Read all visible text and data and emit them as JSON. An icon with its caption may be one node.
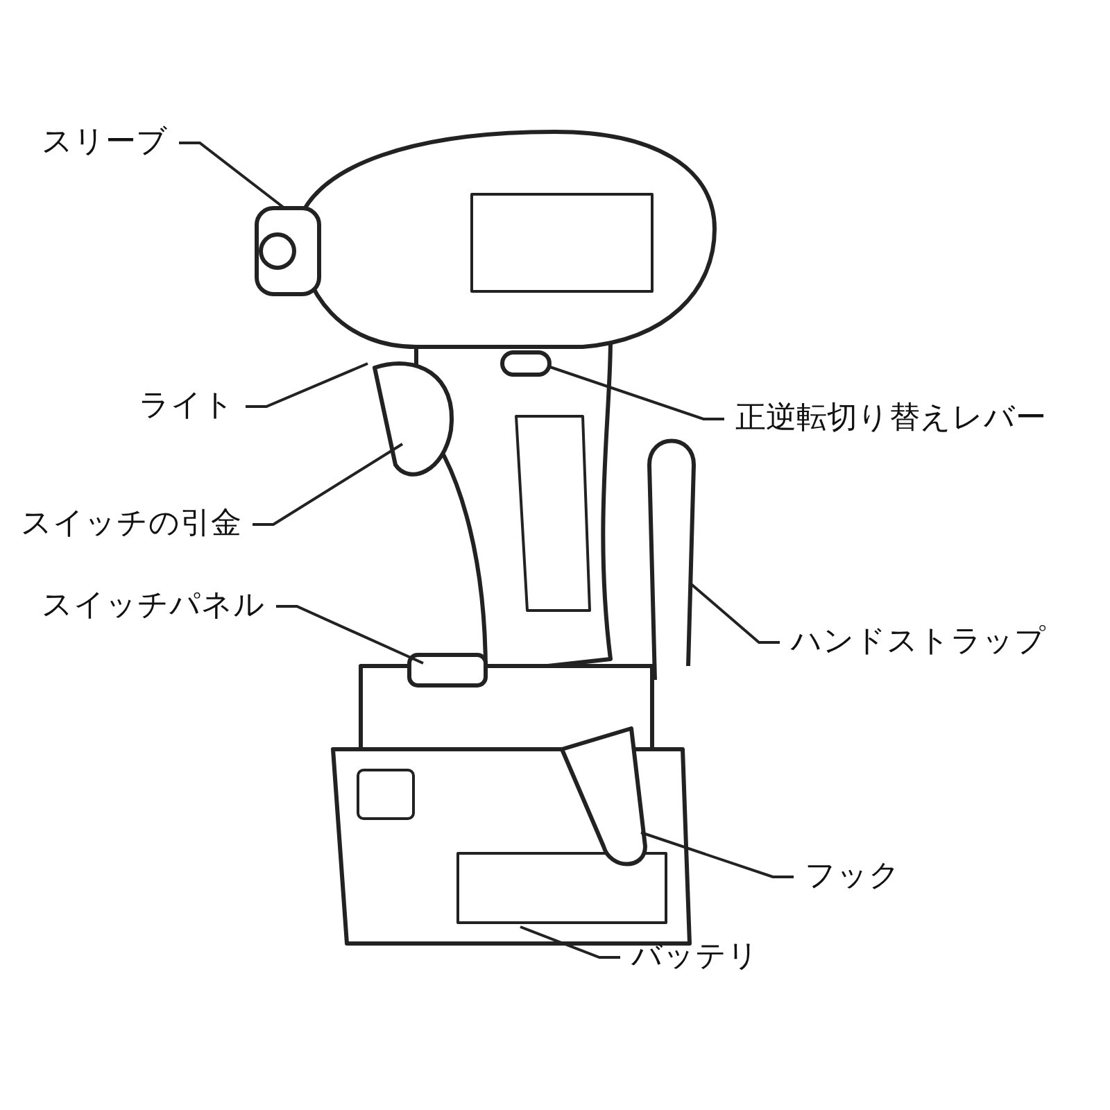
{
  "diagram": {
    "nodes": [
      {
        "text": [
          "スリーブ"
        ]
      },
      {
        "text": [
          "ライト"
        ]
      },
      {
        "text": [
          "正逆転切り替えレバー"
        ]
      },
      {
        "text": [
          "スイッチの引金"
        ]
      },
      {
        "text": [
          "スイッチパネル"
        ]
      },
      {
        "text": [
          "ハンドストラップ"
        ]
      },
      {
        "text": [
          "フック"
        ]
      },
      {
        "text": [
          "バッテリ"
        ]
      }
    ],
    "edges": [
      {
        "from": 0,
        "to": null,
        "arrow": "none"
      },
      {
        "from": 1,
        "to": null,
        "arrow": "none"
      },
      {
        "from": 2,
        "to": null,
        "arrow": "none"
      },
      {
        "from": 3,
        "to": null,
        "arrow": "none"
      },
      {
        "from": 4,
        "to": null,
        "arrow": "none"
      },
      {
        "from": 5,
        "to": null,
        "arrow": "none"
      },
      {
        "from": 6,
        "to": null,
        "arrow": "none"
      },
      {
        "from": 7,
        "to": null,
        "arrow": "none"
      }
    ]
  }
}
